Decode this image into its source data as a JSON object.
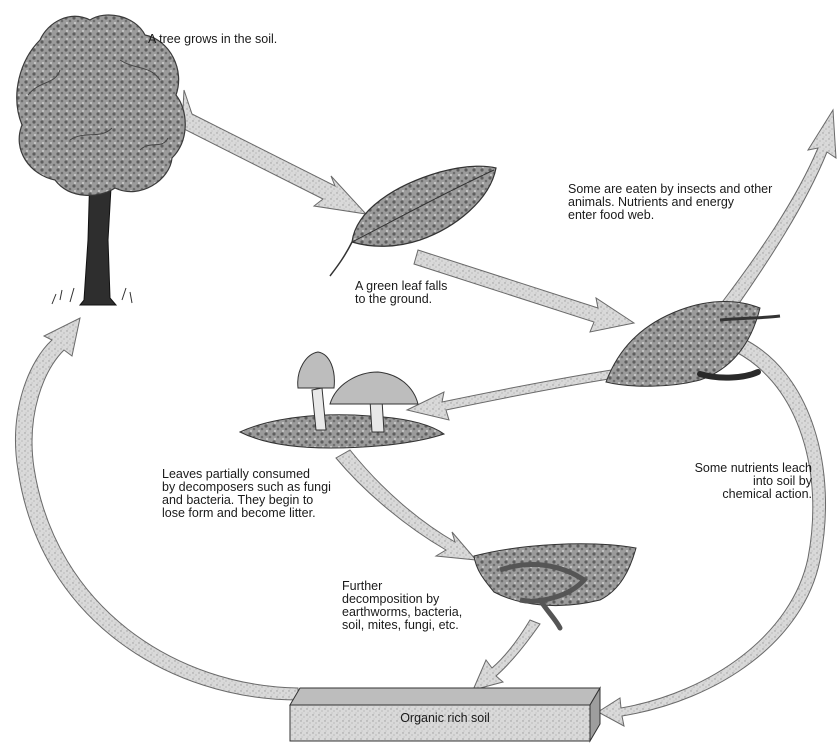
{
  "labels": {
    "tree": "A tree grows in the soil.",
    "leaf_fall": [
      "A green leaf falls",
      "to the ground."
    ],
    "eaten": [
      "Some are eaten by insects and other",
      "animals. Nutrients and energy",
      "enter food web."
    ],
    "partial": [
      "Leaves partially consumed",
      "by decomposers such as fungi",
      "and bacteria. They begin to",
      "lose form and become litter."
    ],
    "leach": [
      "Some nutrients leach",
      "into soil by",
      "chemical action."
    ],
    "further": [
      "Further",
      "decomposition by",
      "earthworms, bacteria,",
      "soil, mites, fungi, etc."
    ],
    "soil": "Organic rich soil"
  },
  "colors": {
    "arrow_fill": "#d4d4d4",
    "arrow_stroke": "#6a6a6a",
    "ink": "#1a1a1a",
    "foliage": "#8a8a8a",
    "trunk": "#2e2e2e",
    "soil_box": "#cfcfcf"
  }
}
